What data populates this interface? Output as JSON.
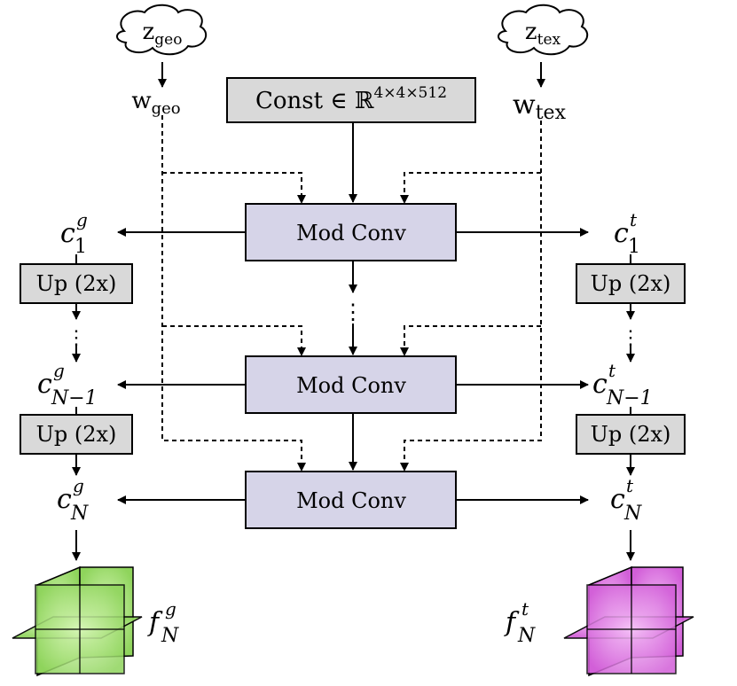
{
  "inputs": {
    "z_geo": {
      "base": "z",
      "sub": "geo"
    },
    "z_tex": {
      "base": "z",
      "sub": "tex"
    },
    "w_geo": {
      "base": "w",
      "sub": "geo"
    },
    "w_tex": {
      "base": "w",
      "sub": "tex"
    }
  },
  "const_box": {
    "label": "Const ∈ ℝ",
    "sup": "4×4×512"
  },
  "mod_conv_label": "Mod Conv",
  "up_label": "Up (2x)",
  "ellipsis": "⋮",
  "features": {
    "geo": [
      {
        "base": "c",
        "sup": "g",
        "sub": "1"
      },
      {
        "base": "c",
        "sup": "g",
        "sub": "N−1"
      },
      {
        "base": "c",
        "sup": "g",
        "sub": "N"
      }
    ],
    "tex": [
      {
        "base": "c",
        "sup": "t",
        "sub": "1"
      },
      {
        "base": "c",
        "sup": "t",
        "sub": "N−1"
      },
      {
        "base": "c",
        "sup": "t",
        "sub": "N"
      }
    ]
  },
  "outputs": {
    "geo": {
      "base": "f",
      "sup": "g",
      "sub": "N",
      "color": "#9be06a"
    },
    "tex": {
      "base": "f",
      "sup": "t",
      "sub": "N",
      "color": "#e27be8"
    }
  }
}
